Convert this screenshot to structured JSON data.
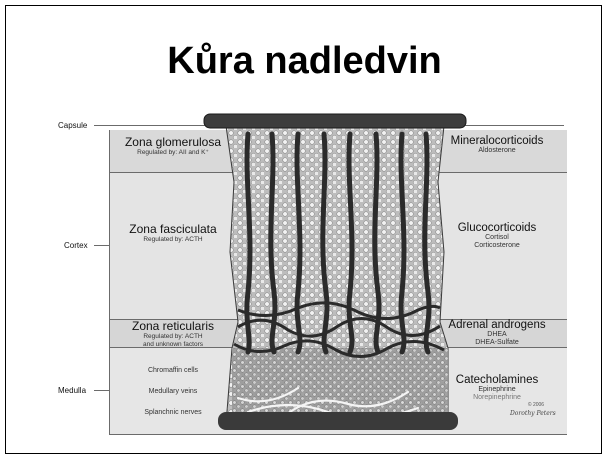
{
  "slide": {
    "title": "Kůra nadledvin"
  },
  "diagram": {
    "structures": {
      "capsule": "Capsule",
      "cortex": "Cortex",
      "medulla": "Medulla"
    },
    "zones": [
      {
        "name": "Zona glomerulosa",
        "regulation": "Regulated by: AII and K⁺"
      },
      {
        "name": "Zona fasciculata",
        "regulation": "Regulated by: ACTH"
      },
      {
        "name": "Zona reticularis",
        "regulation": [
          "Regulated by: ACTH",
          "and unknown factors"
        ]
      }
    ],
    "medulla_items": [
      "Chromaffin cells",
      "Medullary veins",
      "Splanchnic nerves"
    ],
    "hormones": [
      {
        "class": "Mineralocorticoids",
        "items": [
          "Aldosterone"
        ]
      },
      {
        "class": "Glucocorticoids",
        "items": [
          "Cortisol",
          "Corticosterone"
        ]
      },
      {
        "class": "Adrenal androgens",
        "items": [
          "DHEA",
          "DHEA-Sulfate"
        ]
      },
      {
        "class": "Catecholamines",
        "items": [
          "Epinephrine",
          "Norepinephrine"
        ]
      }
    ],
    "copyright": "© 2006",
    "signature": "Dorothy Peters"
  }
}
